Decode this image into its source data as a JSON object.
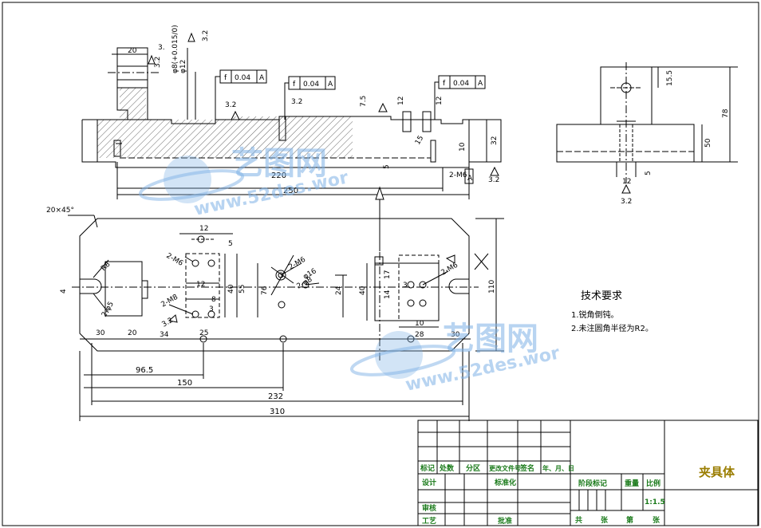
{
  "colors": {
    "line": "#000000",
    "gold": "#9a7d00",
    "green": "#1a7a1a",
    "watermark": "#7fb2e6"
  },
  "front_view": {
    "dims": [
      "20",
      "3.2",
      "3.",
      "φ8(+0.015/0)",
      "φ12",
      "3.2",
      "3.2",
      "3.2",
      "7.5",
      "12",
      "12",
      "15",
      "10",
      "32",
      "220",
      "250",
      "2-M6",
      "3.2",
      "5"
    ],
    "tolerance_frames": [
      {
        "sym": "f",
        "val": "0.04",
        "datum": "A"
      },
      {
        "sym": "f",
        "val": "0.04",
        "datum": "A"
      },
      {
        "sym": "f",
        "val": "0.04",
        "datum": "A"
      }
    ],
    "datum_label": "A",
    "roughness_top": "3.2"
  },
  "side_view": {
    "dims": [
      "15.5",
      "78",
      "50",
      "12",
      "5",
      "3.2"
    ]
  },
  "plan_view": {
    "chamfer": "20×45°",
    "dims": [
      "12",
      "5",
      "2-M6",
      "12",
      "40",
      "55",
      "8",
      "3",
      "2-M8",
      "76",
      "2-M6",
      "φ16",
      "2-φ8",
      "24",
      "40",
      "17",
      "14",
      "3",
      "2-M6",
      "110",
      "30",
      "20",
      "34",
      "25",
      "10",
      "28",
      "30",
      "96.5",
      "150",
      "232",
      "310",
      "R8",
      "2-φ5",
      "3.2",
      "4"
    ]
  },
  "notes": {
    "title": "技术要求",
    "items": [
      "1.锐角倒钝。",
      "2.未注圆角半径为R2。"
    ]
  },
  "title_block": {
    "drawing_name": "夹具体",
    "scale": "1:1.5",
    "row_labels": [
      "标记",
      "处数",
      "分区",
      "更改文件号",
      "签名",
      "年、月、日"
    ],
    "labels": {
      "design": "设计",
      "standardize": "标准化",
      "stage_mark": "阶段标记",
      "weight": "重量",
      "scale_label": "比例",
      "review": "审核",
      "process": "工艺",
      "approve": "批准",
      "total": "共",
      "sheet": "张",
      "no": "第",
      "sheet2": "张"
    }
  },
  "watermark": {
    "brand": "艺图网",
    "url": "www.52des.wor"
  }
}
